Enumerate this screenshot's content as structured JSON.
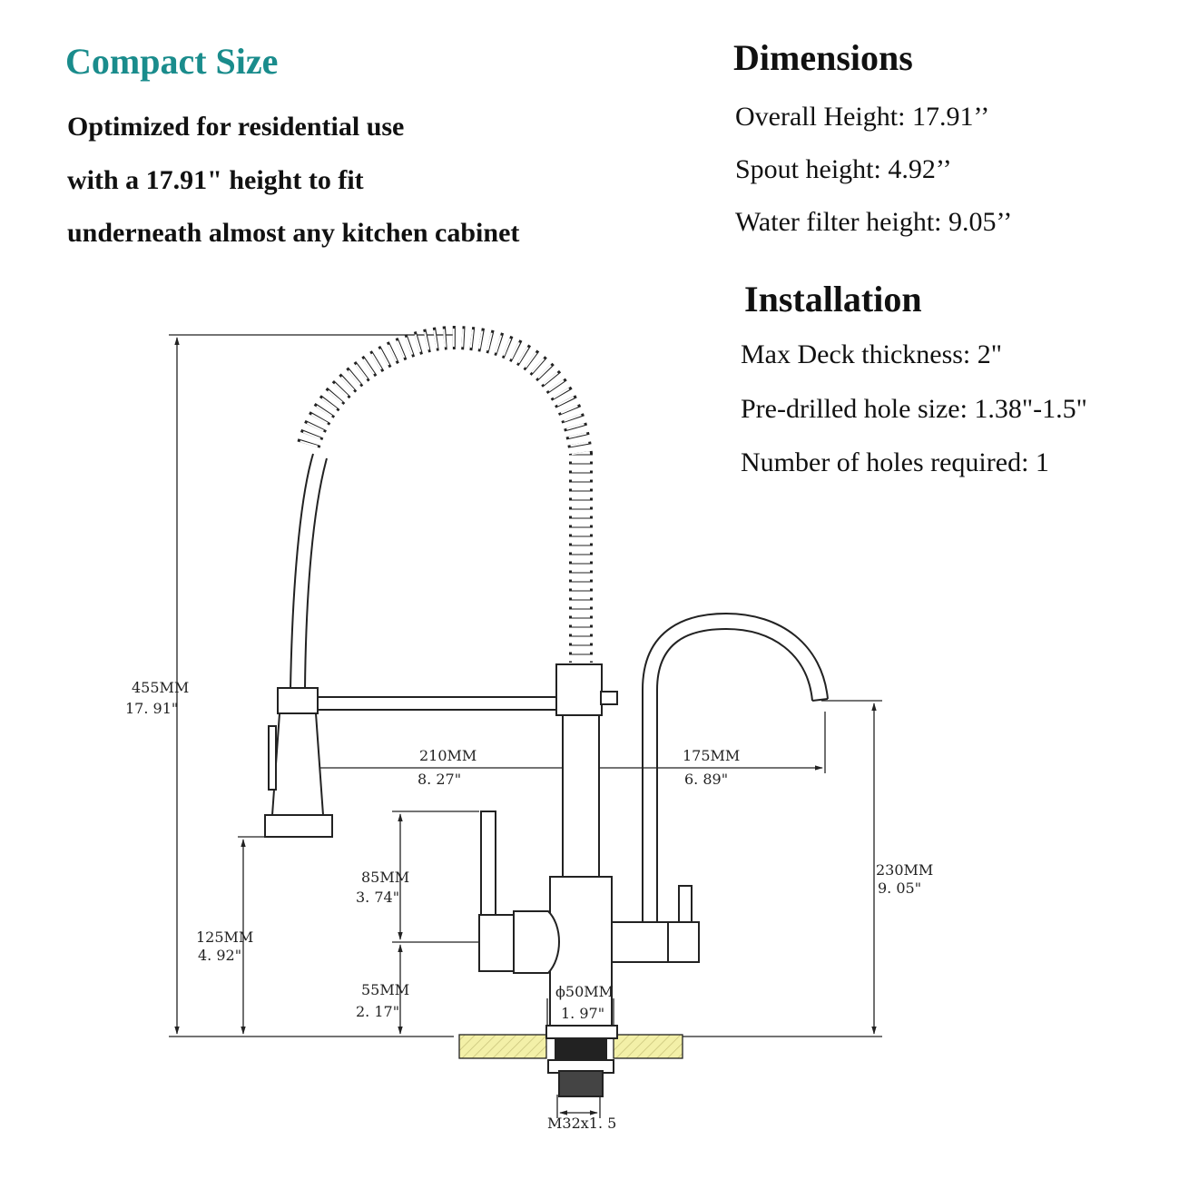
{
  "compact": {
    "title": "Compact Size",
    "lines": [
      "Optimized for residential use",
      "with a 17.91\" height to fit",
      "underneath almost any kitchen cabinet"
    ]
  },
  "dimensions": {
    "title": "Dimensions",
    "lines": [
      "Overall Height: 17.91’’",
      "Spout height: 4.92’’",
      "Water filter height: 9.05’’"
    ]
  },
  "installation": {
    "title": "Installation",
    "lines": [
      "Max Deck thickness: 2\"",
      "Pre-drilled hole size: 1.38\"-1.5\"",
      "Number of holes required: 1"
    ]
  },
  "drawing_labels": {
    "overall_mm": "455MM",
    "overall_in": "17. 91\"",
    "spout_mm": "125MM",
    "spout_in": "4. 92\"",
    "reach_mm": "210MM",
    "reach_in": "8. 27\"",
    "filter_reach_mm": "175MM",
    "filter_reach_in": "6. 89\"",
    "handle_mm": "85MM",
    "handle_in": "3. 74\"",
    "base_mm": "55MM",
    "base_in": "2. 17\"",
    "filter_height_mm": "230MM",
    "filter_height_in": "9. 05\"",
    "diameter_mm": "ϕ50MM",
    "diameter_in": "1. 97\"",
    "thread": "M32x1. 5"
  },
  "colors": {
    "heading_teal": "#1a8c8c",
    "deck_fill": "#f3f0a8",
    "line": "#222222"
  }
}
